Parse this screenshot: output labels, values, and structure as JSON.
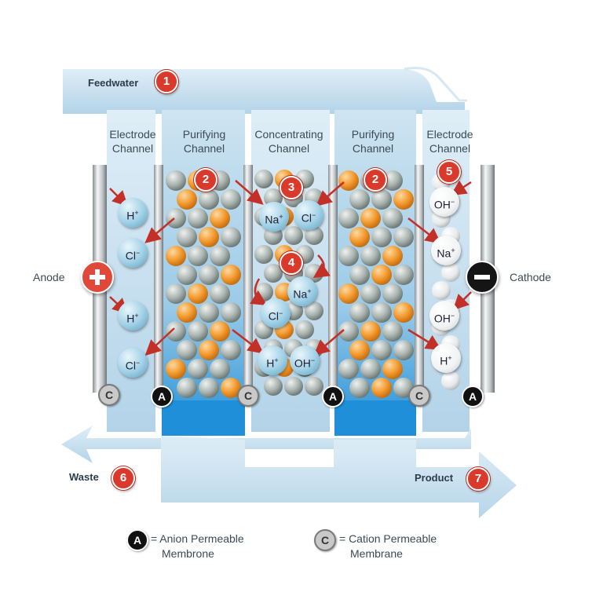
{
  "flows": {
    "feedwater": {
      "label": "Feedwater",
      "step": "1"
    },
    "waste": {
      "label": "Waste",
      "step": "6"
    },
    "product": {
      "label": "Product",
      "step": "7"
    }
  },
  "electrodes": {
    "anode": {
      "label": "Anode",
      "sign": "+"
    },
    "cathode": {
      "label": "Cathode",
      "sign": "−"
    }
  },
  "channels": [
    {
      "line1": "Electrode",
      "line2": "Channel"
    },
    {
      "line1": "Purifying",
      "line2": "Channel"
    },
    {
      "line1": "Concentrating",
      "line2": "Channel"
    },
    {
      "line1": "Purifying",
      "line2": "Channel"
    },
    {
      "line1": "Electrode",
      "line2": "Channel"
    }
  ],
  "steps": {
    "purify_left": "2",
    "concentrate": "3",
    "combine": "4",
    "purify_right": "2",
    "cathode_side": "5"
  },
  "membranes": [
    "C",
    "A",
    "C",
    "A",
    "C",
    "A"
  ],
  "ions": {
    "h": "H",
    "cl": "Cl",
    "na": "Na",
    "oh": "OH",
    "plus": "+",
    "minus": "−"
  },
  "legend": {
    "anion_symbol": "A",
    "anion_text_1": "= Anion Permeable",
    "anion_text_2": "Membrone",
    "cation_symbol": "C",
    "cation_text_1": "= Cation Permeable",
    "cation_text_2": "Membrane"
  },
  "colors": {
    "flow": "#c9e0ef",
    "channel_fill": "#1e8fd8",
    "resin_orange": "#f29a2e",
    "resin_gray": "#a9b3b0",
    "step_red": "#d93a2b",
    "anion_black": "#111111",
    "cation_gray": "#c9c9c9"
  }
}
